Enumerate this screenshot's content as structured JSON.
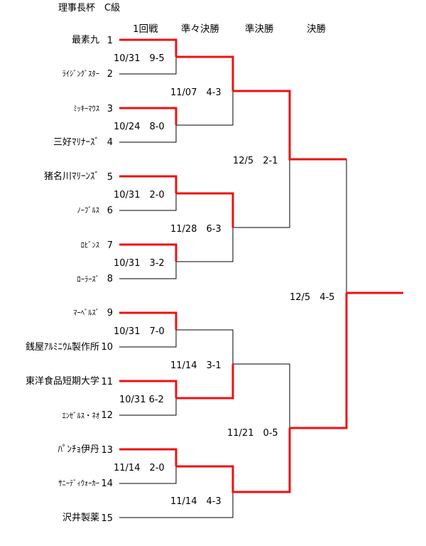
{
  "title": "理事長杯　C級",
  "rounds": [
    "1回戦",
    "準々決勝",
    "準決勝",
    "決勝"
  ],
  "teams": [
    {
      "seed": "1",
      "name": "最素九"
    },
    {
      "seed": "2",
      "name": "ﾗｲｼﾞﾝｸﾞｽﾀｰ"
    },
    {
      "seed": "3",
      "name": "ﾐｯｷｰﾏｳｽ"
    },
    {
      "seed": "4",
      "name": "三好ﾏﾘﾅｰｽﾞ"
    },
    {
      "seed": "5",
      "name": "猪名川ﾏﾘｰﾝｽﾞ"
    },
    {
      "seed": "6",
      "name": "ﾉｰﾌﾞﾙｽ"
    },
    {
      "seed": "7",
      "name": "ﾛﾋﾞﾝｽ"
    },
    {
      "seed": "8",
      "name": "ﾛｰﾗｰｽﾞ"
    },
    {
      "seed": "9",
      "name": "ﾏｰﾍﾞﾙｽﾞ"
    },
    {
      "seed": "10",
      "name": "銭屋ｱﾙﾐﾆｳﾑ製作所"
    },
    {
      "seed": "11",
      "name": "東洋食品短期大学"
    },
    {
      "seed": "12",
      "name": "ｴﾝｾﾞﾙｽ・ﾈｵ"
    },
    {
      "seed": "13",
      "name": "ﾊﾟﾝﾁｮ伊丹"
    },
    {
      "seed": "14",
      "name": "ｻﾆｰﾃﾞｨｳｫｰｶｰ"
    },
    {
      "seed": "15",
      "name": "沢井製薬"
    }
  ],
  "results": {
    "r1_1_2": "10/31　9-5",
    "r1_3_4": "10/24　8-0",
    "r1_5_6": "10/31　2-0",
    "r1_7_8": "10/31　3-2",
    "r1_9_10": "10/31　7-0",
    "r1_11_12": "10/31 6-2",
    "r1_13_14": "11/14　2-0",
    "qf_1": "11/07　4-3",
    "qf_2": "11/28　6-3",
    "qf_3": "11/14　3-1",
    "qf_4": "11/14　4-3",
    "sf_1": "12/5　2-1",
    "sf_2": "11/21　0-5",
    "final": "12/5　4-5"
  },
  "colors": {
    "winner_line": "#ee1111",
    "loser_line": "#000000"
  }
}
